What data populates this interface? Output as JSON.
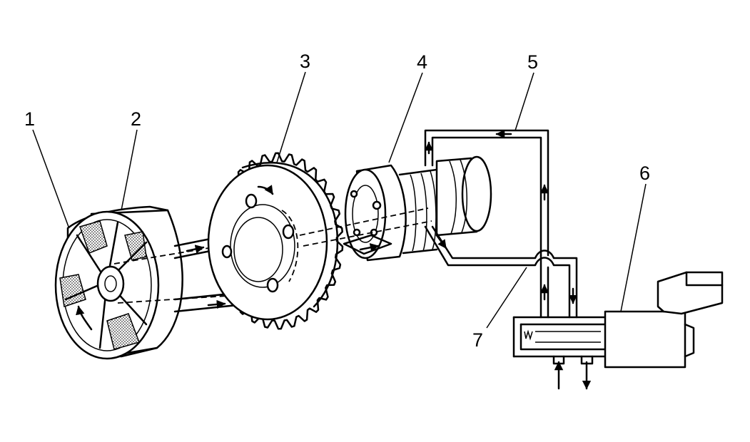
{
  "callouts": {
    "c1": "1",
    "c2": "2",
    "c3": "3",
    "c4": "4",
    "c5": "5",
    "c6": "6",
    "c7": "7"
  },
  "colors": {
    "line": "#000000",
    "background": "#ffffff",
    "stipple": "#000000"
  },
  "icons": {
    "flow_arrow": "arrow-icon",
    "spring": "spring-icon"
  }
}
